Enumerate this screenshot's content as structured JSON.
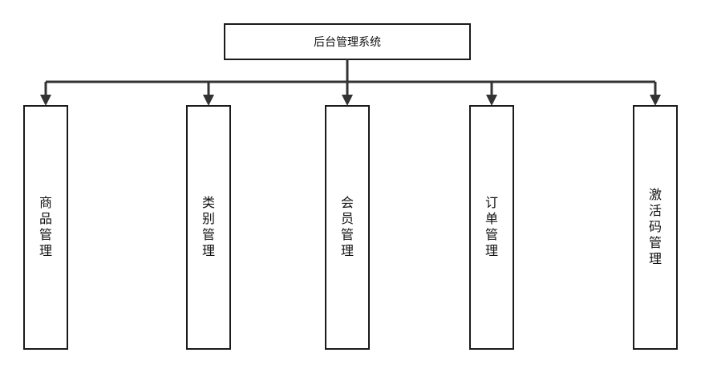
{
  "root": {
    "label": "后台管理系统"
  },
  "children": [
    {
      "label": "商品管理"
    },
    {
      "label": "类别管理"
    },
    {
      "label": "会员管理"
    },
    {
      "label": "订单管理"
    },
    {
      "label": "激活码管理"
    }
  ],
  "colors": {
    "stroke": "#1a1a1a",
    "connector": "#333333",
    "fill": "#ffffff",
    "text": "#111111"
  }
}
